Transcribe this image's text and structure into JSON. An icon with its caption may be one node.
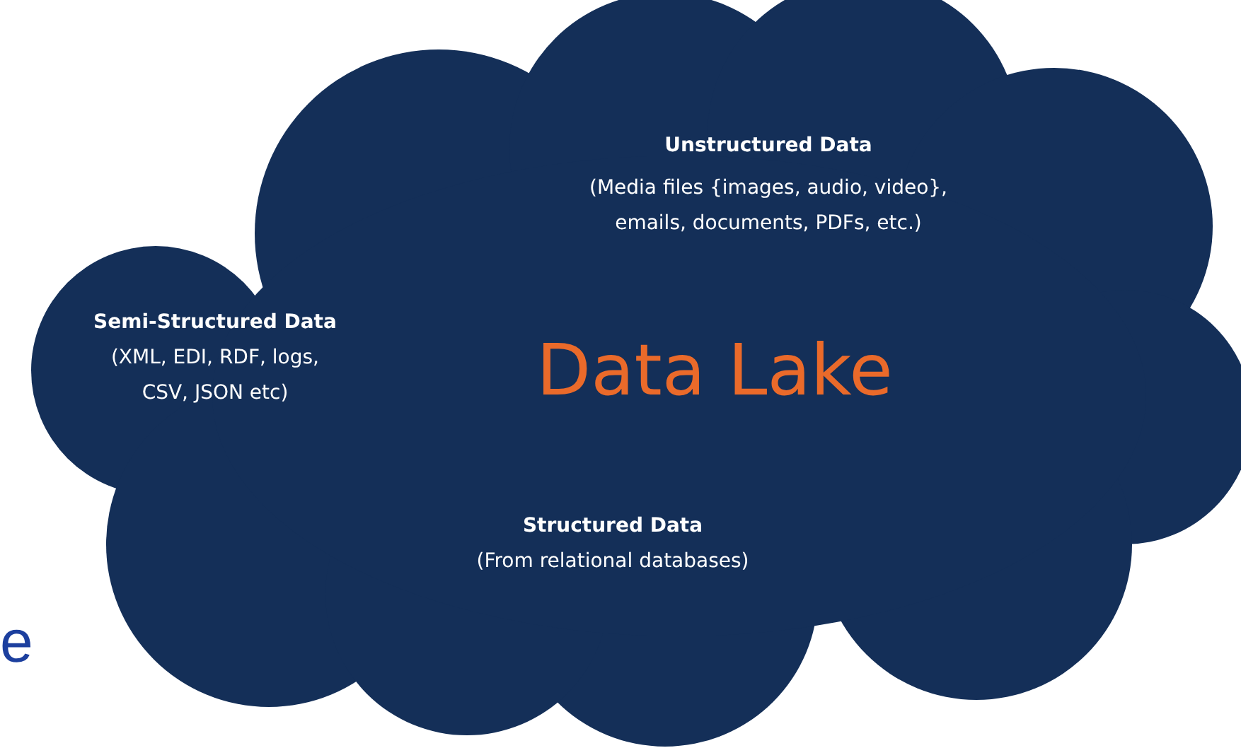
{
  "diagram": {
    "nodes": [
      {
        "text": [
          "Unstructured Data",
          "(Media files {images, audio, video}, emails, documents, PDFs, etc.)",
          "Semi-Structured Data",
          "(XML, EDI, RDF, logs, CSV, JSON etc)",
          "Data Lake",
          "Structured Data",
          "(From relational databases)"
        ]
      }
    ],
    "labels": [
      "e"
    ]
  }
}
